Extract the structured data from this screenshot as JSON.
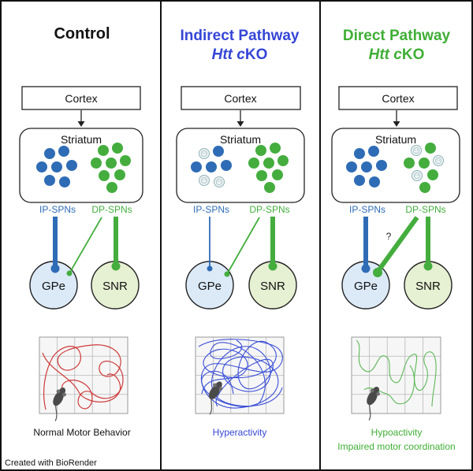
{
  "colors": {
    "title_blue": "#3546d6",
    "cell_blue": "#2f6cb6",
    "green": "#44ad3e",
    "title_green": "#3fae35",
    "red": "#cf3b3b",
    "path_blue": "#3a4fd8",
    "path_green": "#5cb856",
    "gpe_fill": "#dceaf8",
    "snr_fill": "#e6f0d2",
    "knockout_cell": "#eef3f3"
  },
  "panels": [
    {
      "title": "Control",
      "cortex": "Cortex",
      "striatum": "Striatum",
      "ip_label": "IP-SPNs",
      "dp_label": "DP-SPNs",
      "gpe": "GPe",
      "snr": "SNR",
      "outcome": [
        "Normal Motor Behavior"
      ]
    },
    {
      "title": "Indirect Pathway",
      "subtitle_italic": "Htt c",
      "subtitle_upright": "KO",
      "cortex": "Cortex",
      "striatum": "Striatum",
      "ip_label": "IP-SPNs",
      "dp_label": "DP-SPNs",
      "gpe": "GPe",
      "snr": "SNR",
      "outcome": [
        "Hyperactivity"
      ]
    },
    {
      "title": "Direct Pathway",
      "subtitle_italic": "Htt c",
      "subtitle_upright": "KO",
      "cortex": "Cortex",
      "striatum": "Striatum",
      "ip_label": "IP-SPNs",
      "dp_label": "DP-SPNs",
      "question_mark": "?",
      "gpe": "GPe",
      "snr": "SNR",
      "outcome": [
        "Hypoactivity",
        "Impaired motor coordination"
      ]
    }
  ],
  "footer": "Created with BioRender"
}
